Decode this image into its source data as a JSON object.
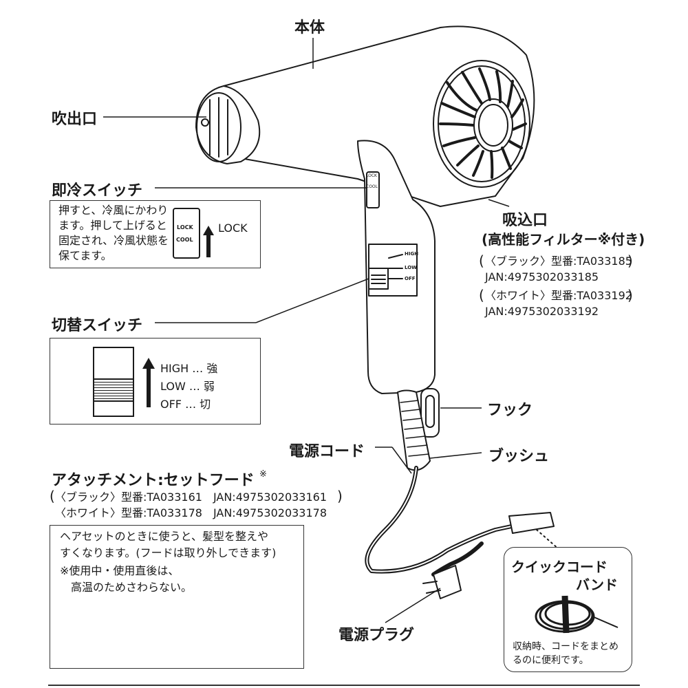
{
  "labels": {
    "body": "本体",
    "outlet": "吹出口",
    "cool_switch": "即冷スイッチ",
    "intake_title": "吸込口",
    "intake_sub": "(高性能フィルター※付き)",
    "switch": "切替スイッチ",
    "hook": "フック",
    "bush": "ブッシュ",
    "cord": "電源コード",
    "plug": "電源プラグ"
  },
  "cool_box": {
    "lines": [
      "押すと、冷風にかわり",
      "ます。押して上げると",
      "固定され、冷風状態を",
      "保てます。"
    ],
    "switch_top": "LOCK",
    "switch_bottom": "COOL",
    "arrow_label": "LOCK"
  },
  "filter_models": [
    {
      "line1": "〈ブラック〉型番:TA033185",
      "line2": "JAN:4975302033185"
    },
    {
      "line1": "〈ホワイト〉型番:TA033192",
      "line2": "JAN:4975302033192"
    }
  ],
  "switch_box": {
    "levels": [
      "HIGH … 強",
      "LOW … 弱",
      "OFF … 切"
    ]
  },
  "handle_labels": {
    "high": "HIGH",
    "low": "LOW",
    "off": "OFF",
    "lock": "LOCK",
    "cool": "COOL"
  },
  "attachment": {
    "title": "アタッチメント:セットフード",
    "mark": "※",
    "models": [
      "〈ブラック〉型番:TA033161　JAN:4975302033161",
      "〈ホワイト〉型番:TA033178　JAN:4975302033178"
    ],
    "desc": [
      "ヘアセットのときに使うと、髪型を整えや",
      "すくなります。(フードは取り外しできます)"
    ],
    "warn": [
      "※使用中・使用直後は、",
      "　高温のためさわらない。"
    ]
  },
  "quick_band": {
    "title": [
      "クイックコード",
      "バンド"
    ],
    "desc": [
      "収納時、コードをまとめ",
      "るのに便利です。"
    ]
  }
}
